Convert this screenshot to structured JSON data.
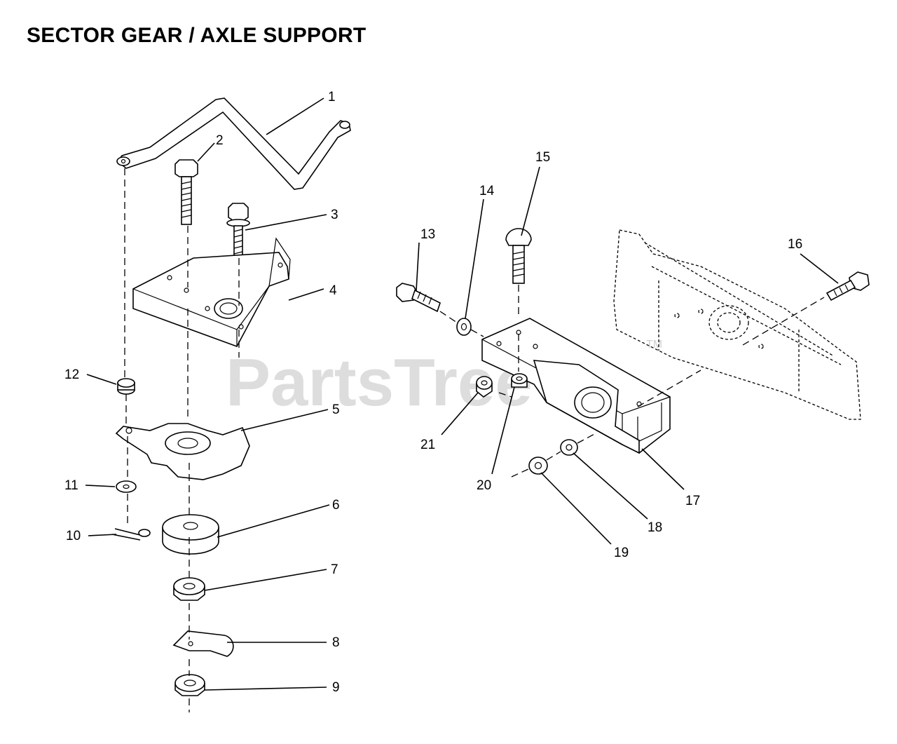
{
  "title": "SECTOR GEAR / AXLE SUPPORT",
  "watermark": {
    "brand": "PartsTree",
    "trademark": "TM"
  },
  "callouts": [
    "1",
    "2",
    "3",
    "4",
    "5",
    "6",
    "7",
    "8",
    "9",
    "10",
    "11",
    "12",
    "13",
    "14",
    "15",
    "16",
    "17",
    "18",
    "19",
    "20",
    "21"
  ]
}
